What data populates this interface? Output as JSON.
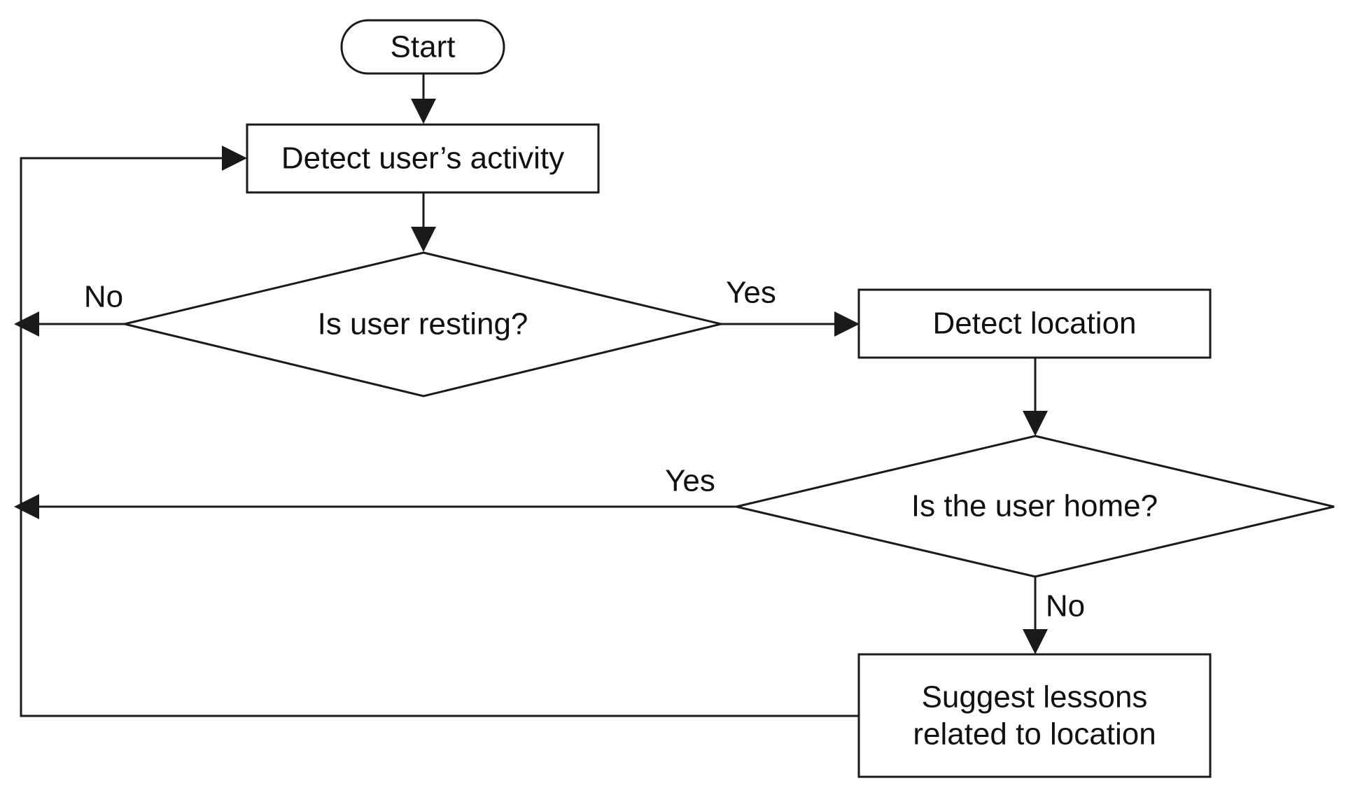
{
  "diagram": {
    "nodes": {
      "start": "Start",
      "detect_activity": "Detect user’s activity",
      "is_resting": "Is user resting?",
      "detect_location": "Detect location",
      "is_home": "Is the user home?",
      "suggest_line1": "Suggest lessons",
      "suggest_line2": "related to location"
    },
    "edge_labels": {
      "resting_no": "No",
      "resting_yes": "Yes",
      "home_yes": "Yes",
      "home_no": "No"
    },
    "colors": {
      "stroke": "#1a1a1a",
      "text": "#111111",
      "background": "#ffffff"
    }
  }
}
